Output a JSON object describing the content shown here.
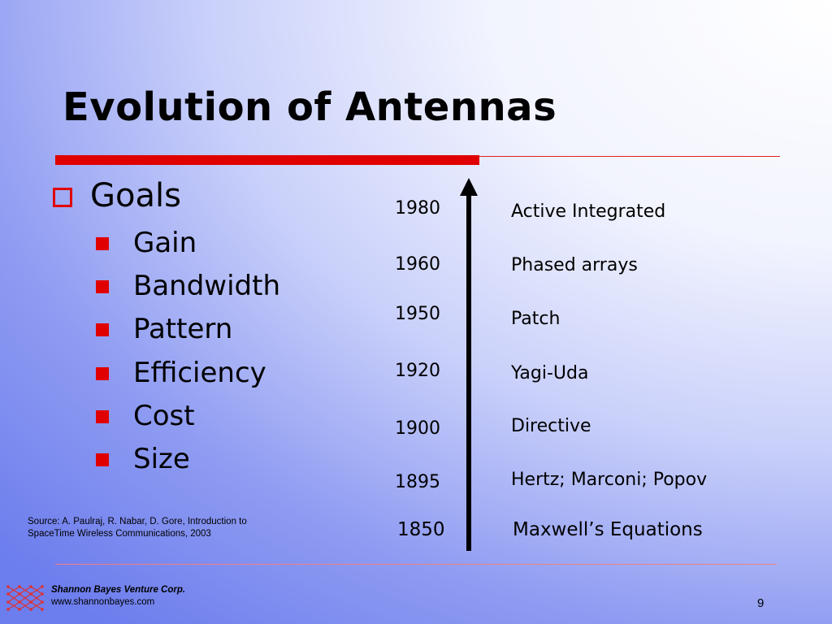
{
  "slide": {
    "title": "Evolution of Antennas",
    "goals": {
      "heading": "Goals",
      "items": [
        "Gain",
        "Bandwidth",
        "Pattern",
        "Efficiency",
        "Cost",
        "Size"
      ]
    },
    "timeline": [
      {
        "year": "1980",
        "event": "Active Integrated"
      },
      {
        "year": "1960",
        "event": "Phased arrays"
      },
      {
        "year": "1950",
        "event": "Patch"
      },
      {
        "year": "1920",
        "event": "Yagi-Uda"
      },
      {
        "year": "1900",
        "event": "Directive"
      },
      {
        "year": "1895",
        "event": "Hertz; Marconi; Popov"
      },
      {
        "year": "1850",
        "event": "Maxwell’s Equations"
      }
    ],
    "source_line1": "Source: A. Paulraj, R. Nabar, D. Gore, Introduction to",
    "source_line2": "SpaceTime Wireless Communications, 2003",
    "company_name": "Shannon Bayes Venture Corp.",
    "company_url": "www.shannonbayes.com",
    "page_number": "9"
  },
  "colors": {
    "accent_red": "#e00000",
    "background_blue": "#6c7ded",
    "logo_red": "#e03030"
  }
}
